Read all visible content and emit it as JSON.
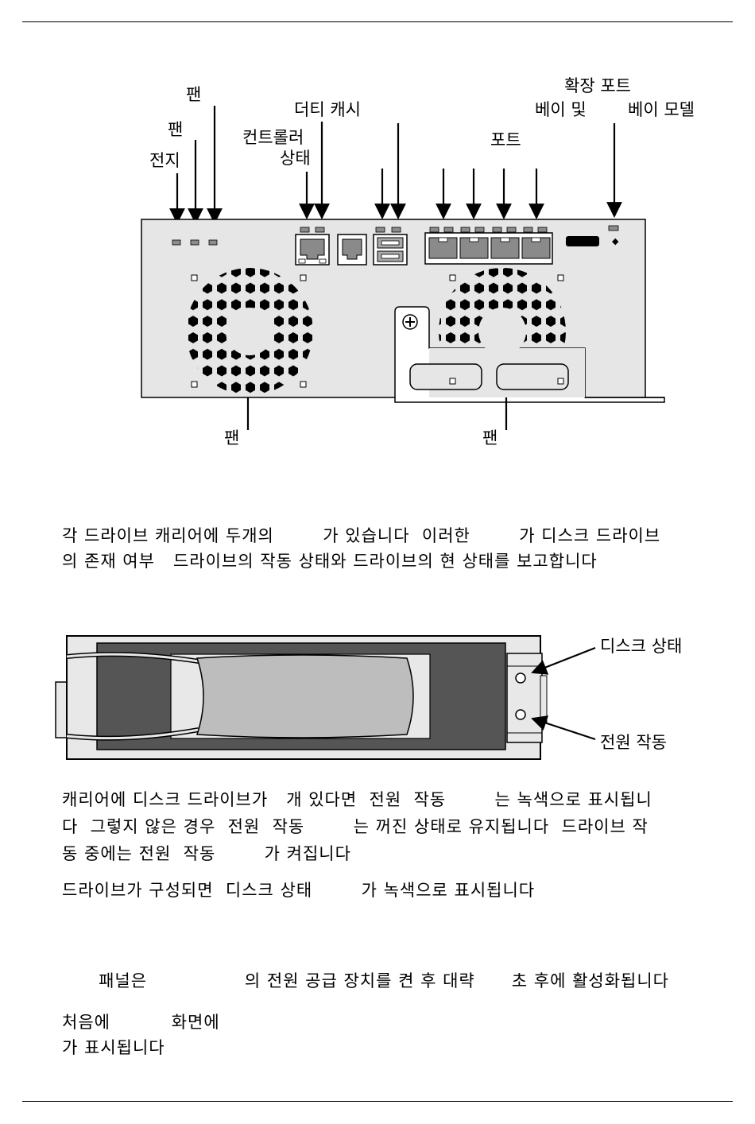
{
  "figure1": {
    "labels": {
      "fan_a": "팬",
      "fan_b": "팬",
      "battery": "전지",
      "dirty_cache": "더티 캐시",
      "controller_status_1": "컨트롤러",
      "controller_status_2": "상태",
      "expansion_port": "확장 포트",
      "bay_and": "베이 및",
      "bay_model": "베이 모델",
      "port": "포트",
      "fan_bottom_left": "팬",
      "fan_bottom_right": "팬"
    }
  },
  "text": {
    "para1_line1": "각 드라이브 캐리어에 두개의        가 있습니다  이러한        가 디스크 드라이브",
    "para1_line2": "의 존재 여부   드라이브의 작동 상태와 드라이브의 현 상태를 보고합니다",
    "para2_line1": "캐리어에 디스크 드라이브가   개 있다면  전원  작동        는 녹색으로 표시됩니",
    "para2_line2": "다  그렇지 않은 경우  전원  작동        는 꺼진 상태로 유지됩니다  드라이브 작",
    "para2_line3": "동 중에는 전원  작동        가 켜집니다",
    "para3": "드라이브가 구성되면  디스크 상태        가 녹색으로 표시됩니다",
    "para4": "      패널은                의 전원 공급 장치를 켠 후 대략      초 후에 활성화됩니다",
    "para5_line1": "처음에          화면에",
    "para5_line2": "가 표시됩니다"
  },
  "figure2": {
    "labels": {
      "disk_status": "디스크 상태",
      "power_activity": "전원  작동"
    }
  }
}
